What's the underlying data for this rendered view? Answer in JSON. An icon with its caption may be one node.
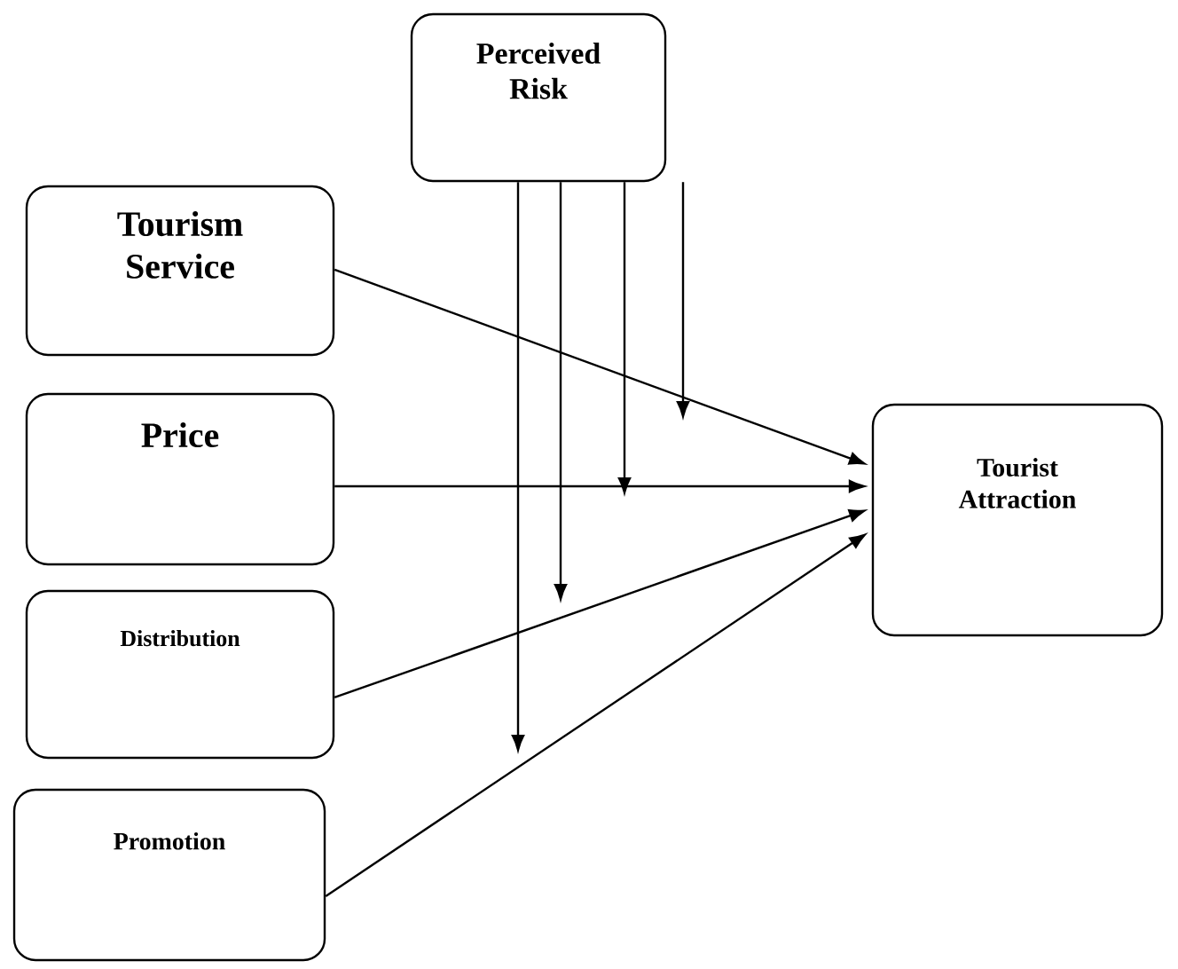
{
  "diagram": {
    "nodes": [
      {
        "text": [
          "Perceived Risk"
        ]
      },
      {
        "text": [
          "Tourism Service"
        ]
      },
      {
        "text": [
          "Price"
        ]
      },
      {
        "text": [
          "Distribution"
        ]
      },
      {
        "text": [
          "Promotion"
        ]
      },
      {
        "text": [
          "Tourist Attraction"
        ]
      }
    ],
    "edges": [
      {
        "from": 1,
        "to": 5,
        "arrow": "to"
      },
      {
        "from": 2,
        "to": 5,
        "arrow": "to"
      },
      {
        "from": 3,
        "to": 5,
        "arrow": "to"
      },
      {
        "from": 4,
        "to": 5,
        "arrow": "to"
      },
      {
        "from": 0,
        "to": null,
        "arrow": "to"
      },
      {
        "from": 0,
        "to": null,
        "arrow": "to"
      },
      {
        "from": 0,
        "to": null,
        "arrow": "to"
      },
      {
        "from": 0,
        "to": null,
        "arrow": "to"
      }
    ]
  }
}
